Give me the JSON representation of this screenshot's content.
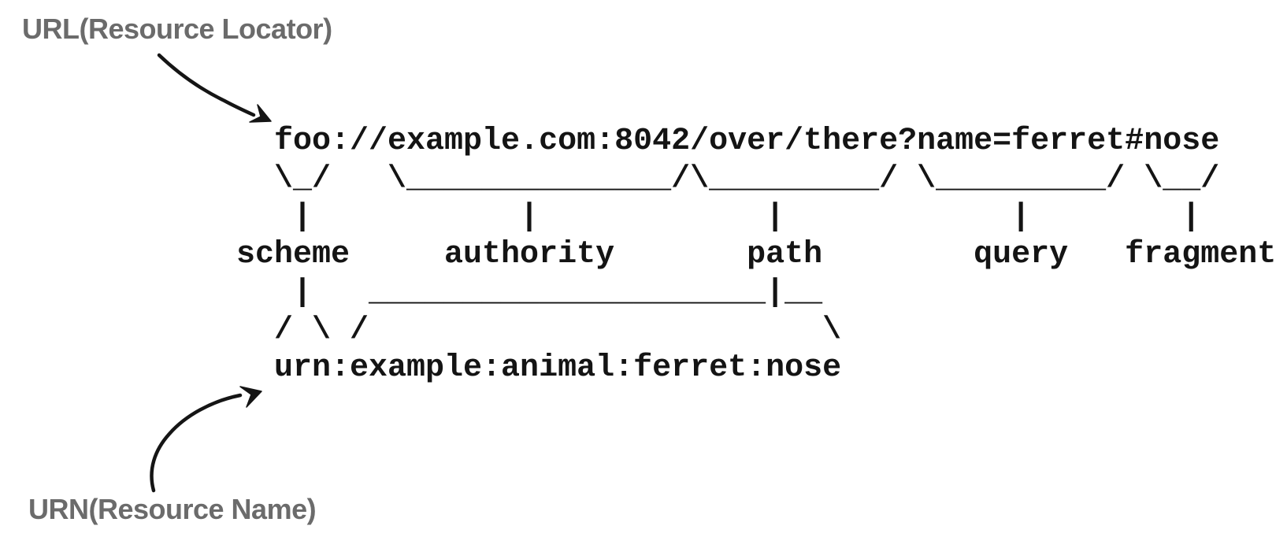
{
  "diagram": {
    "labels": {
      "url": "URL(Resource Locator)",
      "urn": "URN(Resource Name)"
    },
    "uri": {
      "example": "foo://example.com:8042/over/there?name=ferret#nose",
      "components": [
        "scheme",
        "authority",
        "path",
        "query",
        "fragment"
      ],
      "urn_example": "urn:example:animal:ferret:nose"
    },
    "ascii_art": {
      "lines": [
        "  foo://example.com:8042/over/there?name=ferret#nose",
        "  \\_/   \\______________/\\_________/ \\_________/ \\__/",
        "   |           |            |            |        |",
        "scheme     authority       path        query   fragment",
        "   |   _____________________|__",
        "  / \\ /                        \\",
        "  urn:example:animal:ferret:nose"
      ]
    },
    "colors": {
      "label_gray": "#6b6b6b",
      "ink": "#141414"
    }
  }
}
